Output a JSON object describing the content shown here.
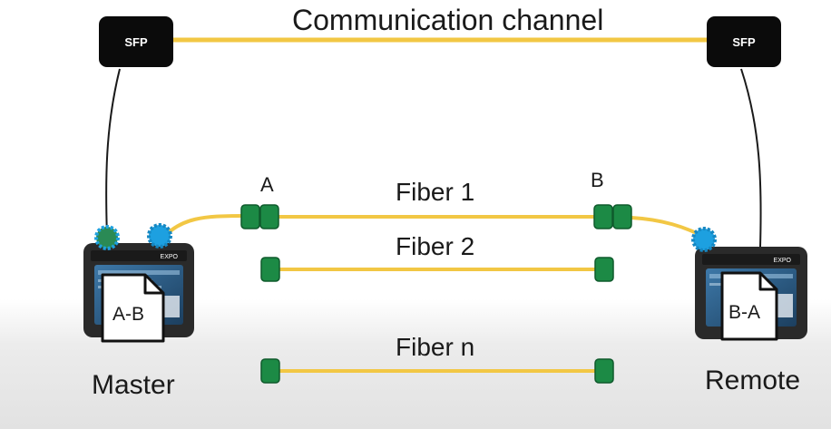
{
  "title": "Communication channel",
  "sfp": {
    "left_label": "SFP",
    "right_label": "SFP"
  },
  "points": {
    "a": "A",
    "b": "B"
  },
  "fibers": [
    "Fiber 1",
    "Fiber 2",
    "Fiber n"
  ],
  "devices": {
    "master": {
      "label": "Master",
      "doc_label": "A-B",
      "brand": "EXPO"
    },
    "remote": {
      "label": "Remote",
      "doc_label": "B-A",
      "brand": "EXPO"
    }
  },
  "colors": {
    "fiber": "#f2c744",
    "connector": "#1c8a45",
    "port": "#1da0e0",
    "device_body": "#2a2a2a",
    "screen": "#2b5d87"
  }
}
